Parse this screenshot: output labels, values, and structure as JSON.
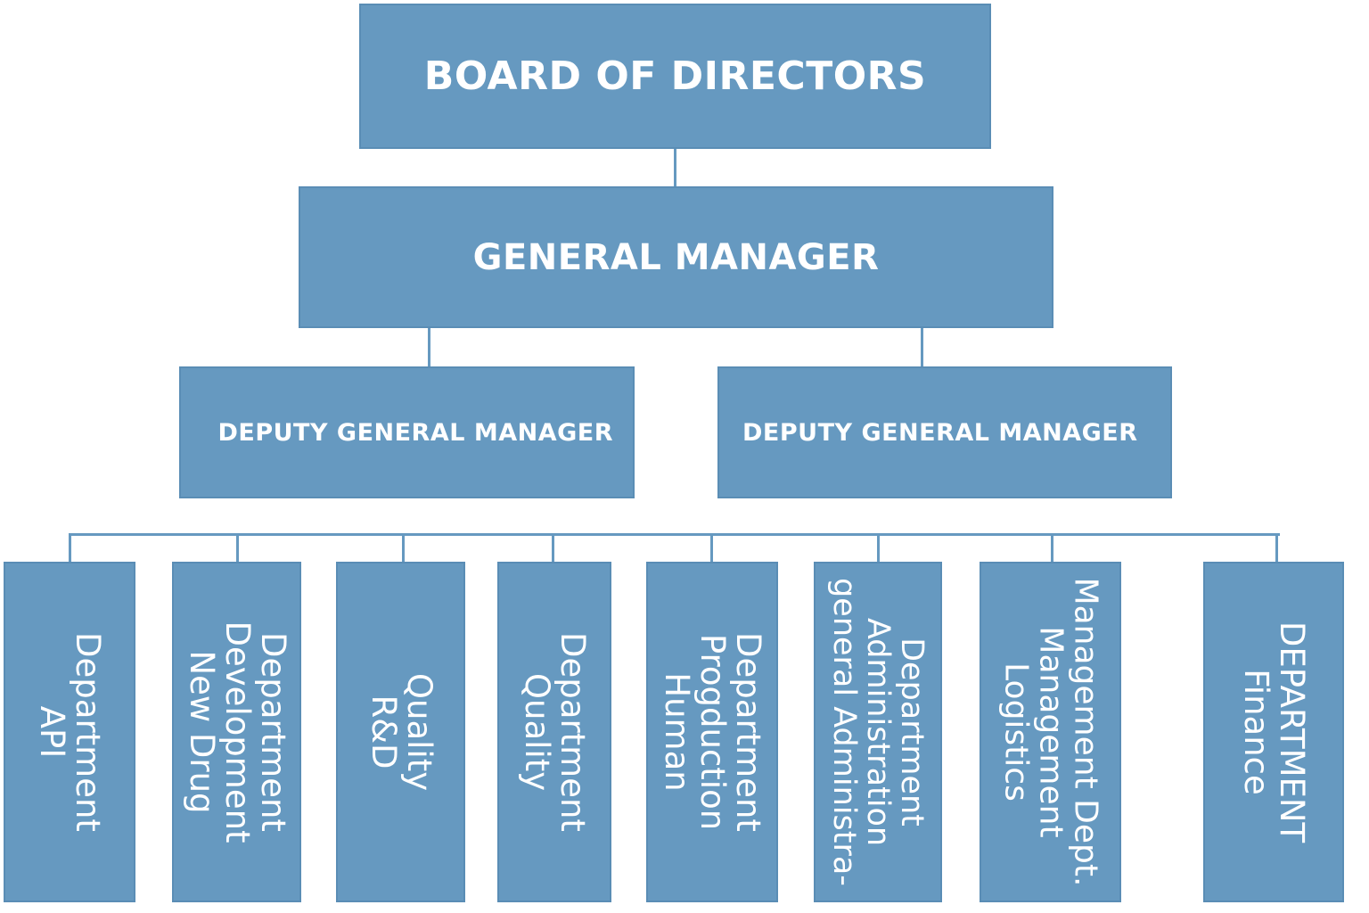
{
  "board": {
    "title": "BOARD OF DIRECTORS"
  },
  "general_manager": {
    "title": "GENERAL MANAGER"
  },
  "deputies": [
    {
      "title": "DEPUTY GENERAL MANAGER"
    },
    {
      "title": "DEPUTY GENERAL MANAGER"
    }
  ],
  "departments": [
    {
      "lines": [
        "API",
        "Department"
      ]
    },
    {
      "lines": [
        "New Drug",
        "Development",
        "Department"
      ]
    },
    {
      "lines": [
        "R&D",
        "Quality"
      ]
    },
    {
      "lines": [
        "Quality",
        "Department"
      ]
    },
    {
      "lines": [
        "Human",
        "Progduction",
        "Department"
      ]
    },
    {
      "lines": [
        "general Administra-",
        "Administration",
        "Department"
      ]
    },
    {
      "lines": [
        "Logistics",
        "Management",
        "Management Dept."
      ]
    },
    {
      "lines": [
        "Finance",
        "DEPARTMENT"
      ]
    }
  ],
  "colors": {
    "box_fill": "#6699c0",
    "connector": "#6699c0",
    "text": "#ffffff"
  }
}
